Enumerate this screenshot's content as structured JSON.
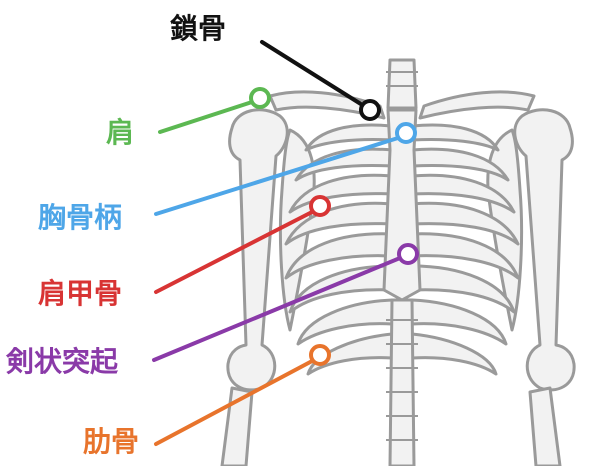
{
  "labels": {
    "clavicle": "鎖骨",
    "shoulder": "肩",
    "manubrium": "胸骨柄",
    "scapula": "肩甲骨",
    "xiphoid": "剣状突起",
    "rib": "肋骨"
  },
  "colors": {
    "clavicle": "#111111",
    "shoulder": "#5cb852",
    "manubrium": "#4ea6e8",
    "scapula": "#d83434",
    "xiphoid": "#8a3aa8",
    "rib": "#e8742c",
    "bone_outline": "#9a9a9a",
    "bone_fill": "#f2f2f2"
  }
}
